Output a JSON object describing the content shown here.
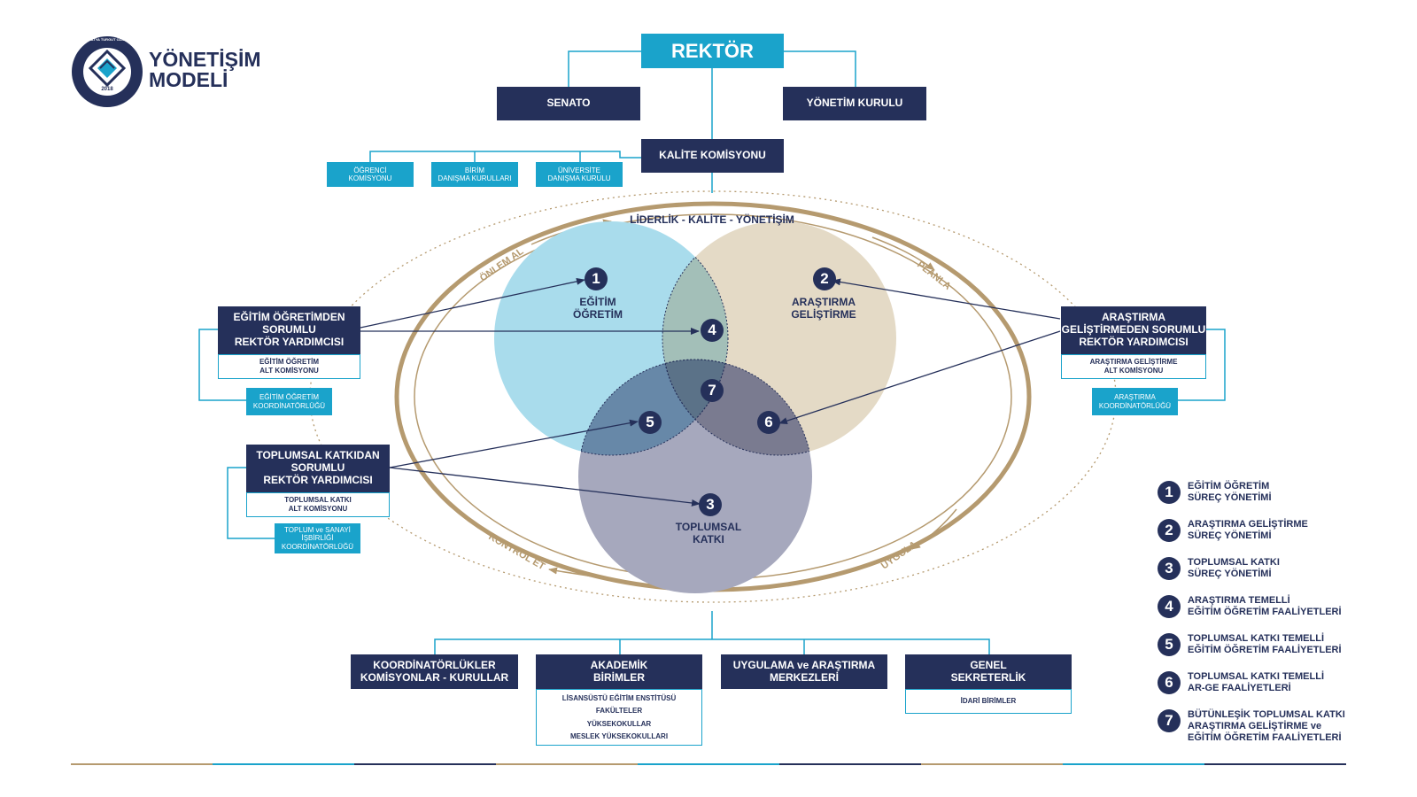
{
  "logo": {
    "ring_text": "MALATYA TURGUT ÖZAL ÜNİVERSİTESİ",
    "year": "2018",
    "title_line1": "YÖNETİŞİM",
    "title_line2": "MODELİ"
  },
  "top": {
    "rektor": "REKTÖR",
    "senato": "SENATO",
    "yonetim_kurulu": "YÖNETİM KURULU",
    "kalite_komisyonu": "KALİTE KOMİSYONU",
    "ogrenci_komisyonu": "ÖĞRENCİ\nKOMİSYONU",
    "birim_danisma": "BİRİM\nDANIŞMA KURULLARI",
    "universite_danisma": "ÜNİVERSİTE\nDANIŞMA KURULU"
  },
  "cycle": {
    "header": "LİDERLİK - KALİTE - YÖNETİŞİM",
    "onlem_al": "ÖNLEM AL",
    "planla": "PLANLA",
    "uygula": "UYGULA",
    "kontrol_et": "KONTROL ET"
  },
  "venn": {
    "circle1": "EĞİTİM\nÖĞRETİM",
    "circle2": "ARAŞTIRMA\nGELİŞTİRME",
    "circle3": "TOPLUMSAL\nKATKI",
    "n1": "1",
    "n2": "2",
    "n3": "3",
    "n4": "4",
    "n5": "5",
    "n6": "6",
    "n7": "7"
  },
  "left": {
    "egitim_ry": "EĞİTİM ÖĞRETİMDEN\nSORUMLU\nREKTÖR YARDIMCISI",
    "egitim_alt": "EĞİTİM ÖĞRETİM\nALT KOMİSYONU",
    "egitim_koord": "EĞİTİM ÖĞRETİM\nKOORDİNATÖRLÜĞÜ",
    "toplum_ry": "TOPLUMSAL KATKIDAN\nSORUMLU\nREKTÖR YARDIMCISI",
    "toplum_alt": "TOPLUMSAL KATKI\nALT KOMİSYONU",
    "toplum_koord": "TOPLUM ve SANAYİ\nİŞBİRLİĞİ\nKOORDİNATÖRLÜĞÜ"
  },
  "right": {
    "arastirma_ry": "ARAŞTIRMA\nGELİŞTİRMEDEN SORUMLU\nREKTÖR YARDIMCISI",
    "arastirma_alt": "ARAŞTIRMA GELİŞTİRME\nALT KOMİSYONU",
    "arastirma_koord": "ARAŞTIRMA\nKOORDİNATÖRLÜĞÜ"
  },
  "bottom": {
    "koordinatorlukler": "KOORDİNATÖRLÜKLER\nKOMİSYONLAR - KURULLAR",
    "akademik": "AKADEMİK\nBİRİMLER",
    "akademik_items": [
      "LİSANSÜSTÜ EĞİTİM ENSTİTÜSÜ",
      "FAKÜLTELER",
      "YÜKSEKOKULLAR",
      "MESLEK YÜKSEKOKULLARI"
    ],
    "uygulama": "UYGULAMA ve ARAŞTIRMA\nMERKEZLERİ",
    "genel": "GENEL\nSEKRETERLİK",
    "idari": "İDARİ BİRİMLER"
  },
  "legend": [
    {
      "num": "1",
      "text": "EĞİTİM ÖĞRETİM\nSÜREÇ YÖNETİMİ"
    },
    {
      "num": "2",
      "text": "ARAŞTIRMA GELİŞTİRME\nSÜREÇ YÖNETİMİ"
    },
    {
      "num": "3",
      "text": "TOPLUMSAL KATKI\nSÜREÇ YÖNETİMİ"
    },
    {
      "num": "4",
      "text": "ARAŞTIRMA TEMELLİ\nEĞİTİM ÖĞRETİM FAALİYETLERİ"
    },
    {
      "num": "5",
      "text": "TOPLUMSAL KATKI TEMELLİ\nEĞİTİM ÖĞRETİM FAALİYETLERİ"
    },
    {
      "num": "6",
      "text": "TOPLUMSAL KATKI TEMELLİ\nAR-GE FAALİYETLERİ"
    },
    {
      "num": "7",
      "text": "BÜTÜNLEŞİK TOPLUMSAL KATKI\nARAŞTIRMA GELİŞTİRME ve\nEĞİTİM ÖĞRETİM FAALİYETLERİ"
    }
  ],
  "colors": {
    "navy": "#25305a",
    "cyan": "#1aa3cb",
    "gold": "#b59a6f",
    "circle_egitim": "#a9dcec",
    "circle_arastirma": "#e4dac6",
    "circle_toplum": "#a6a8bd"
  }
}
